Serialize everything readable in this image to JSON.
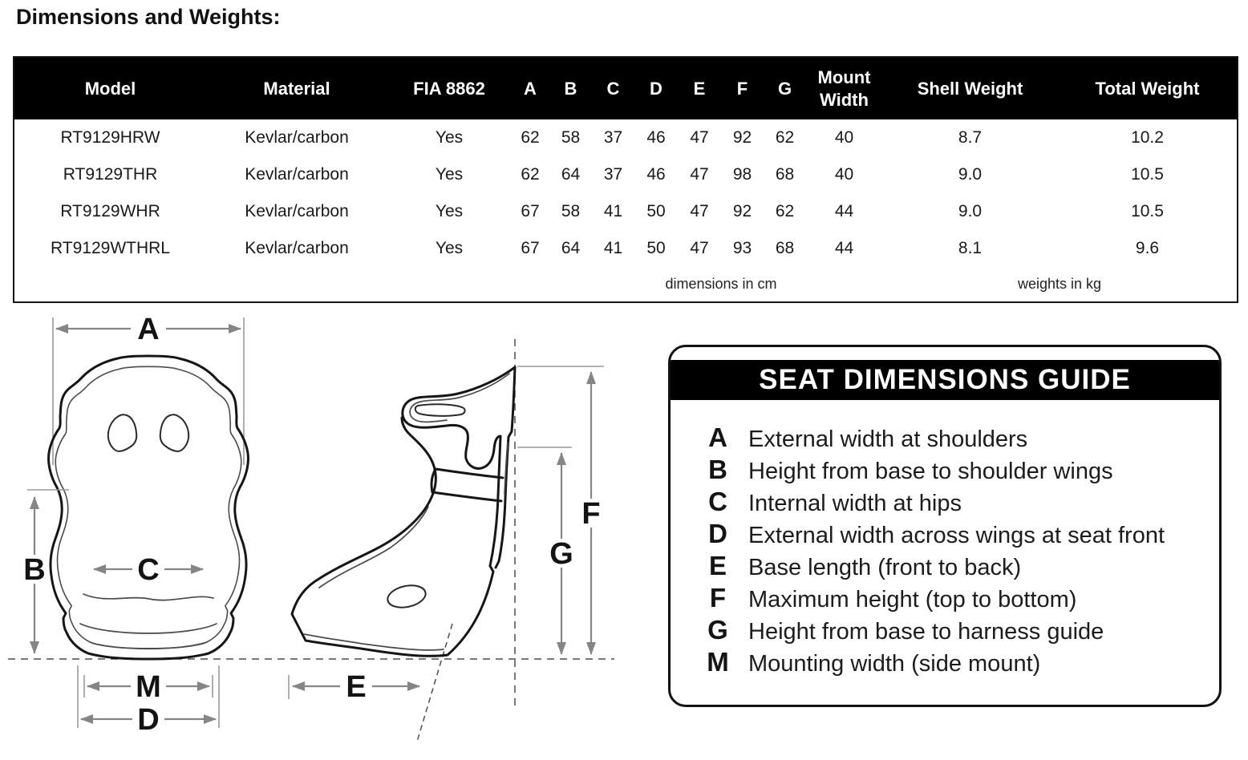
{
  "page_title": "Dimensions and Weights:",
  "table": {
    "columns": [
      "Model",
      "Material",
      "FIA 8862",
      "A",
      "B",
      "C",
      "D",
      "E",
      "F",
      "G",
      "Mount Width",
      "Shell Weight",
      "Total Weight"
    ],
    "rows": [
      {
        "model": "RT9129HRW",
        "material": "Kevlar/carbon",
        "fia": "Yes",
        "a": "62",
        "b": "58",
        "c": "37",
        "d": "46",
        "e": "47",
        "f": "92",
        "g": "62",
        "mount": "40",
        "shell": "8.7",
        "total": "10.2"
      },
      {
        "model": "RT9129THR",
        "material": "Kevlar/carbon",
        "fia": "Yes",
        "a": "62",
        "b": "64",
        "c": "37",
        "d": "46",
        "e": "47",
        "f": "98",
        "g": "68",
        "mount": "40",
        "shell": "9.0",
        "total": "10.5"
      },
      {
        "model": "RT9129WHR",
        "material": "Kevlar/carbon",
        "fia": "Yes",
        "a": "67",
        "b": "58",
        "c": "41",
        "d": "50",
        "e": "47",
        "f": "92",
        "g": "62",
        "mount": "44",
        "shell": "9.0",
        "total": "10.5"
      },
      {
        "model": "RT9129WTHRL",
        "material": "Kevlar/carbon",
        "fia": "Yes",
        "a": "67",
        "b": "64",
        "c": "41",
        "d": "50",
        "e": "47",
        "f": "93",
        "g": "68",
        "mount": "44",
        "shell": "8.1",
        "total": "9.6"
      }
    ],
    "footnotes": {
      "dimensions": "dimensions in cm",
      "weights": "weights in kg"
    }
  },
  "diagram": {
    "front_labels": {
      "a": "A",
      "b": "B",
      "c": "C",
      "m": "M",
      "d": "D"
    },
    "side_labels": {
      "e": "E",
      "f": "F",
      "g": "G"
    }
  },
  "guide": {
    "title": "SEAT DIMENSIONS GUIDE",
    "items": [
      {
        "key": "A",
        "desc": "External width at shoulders"
      },
      {
        "key": "B",
        "desc": "Height from base to shoulder wings"
      },
      {
        "key": "C",
        "desc": "Internal width at hips"
      },
      {
        "key": "D",
        "desc": "External width across wings at seat front"
      },
      {
        "key": "E",
        "desc": "Base length (front to back)"
      },
      {
        "key": "F",
        "desc": "Maximum height (top to bottom)"
      },
      {
        "key": "G",
        "desc": "Height from base to harness guide"
      },
      {
        "key": "M",
        "desc": "Mounting width (side mount)"
      }
    ]
  },
  "colors": {
    "header_bg": "#000000",
    "header_text": "#ffffff",
    "body_text": "#1a1a1a",
    "line_gray": "#858585",
    "outline": "#161616"
  }
}
